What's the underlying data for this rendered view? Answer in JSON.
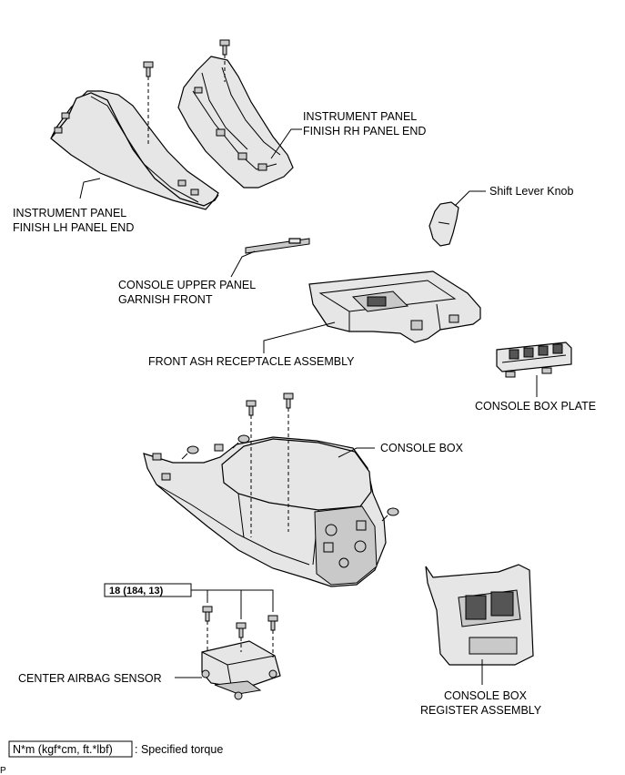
{
  "labels": {
    "rh_line1": "INSTRUMENT PANEL",
    "rh_line2": "FINISH RH PANEL END",
    "lh_line1": "INSTRUMENT PANEL",
    "lh_line2": "FINISH LH PANEL END",
    "shift_knob": "Shift Lever Knob",
    "garnish_line1": "CONSOLE UPPER PANEL",
    "garnish_line2": "GARNISH FRONT",
    "ash_receptacle": "FRONT ASH RECEPTACLE ASSEMBLY",
    "console_box_plate": "CONSOLE BOX PLATE",
    "console_box": "CONSOLE BOX",
    "airbag_sensor": "CENTER AIRBAG SENSOR",
    "register_line1": "CONSOLE BOX",
    "register_line2": "REGISTER ASSEMBLY"
  },
  "torque_value": "18 (184, 13)",
  "legend": {
    "unit_box": "N*m (kgf*cm, ft.*lbf)",
    "description": ": Specified torque"
  },
  "corner_mark": "P"
}
